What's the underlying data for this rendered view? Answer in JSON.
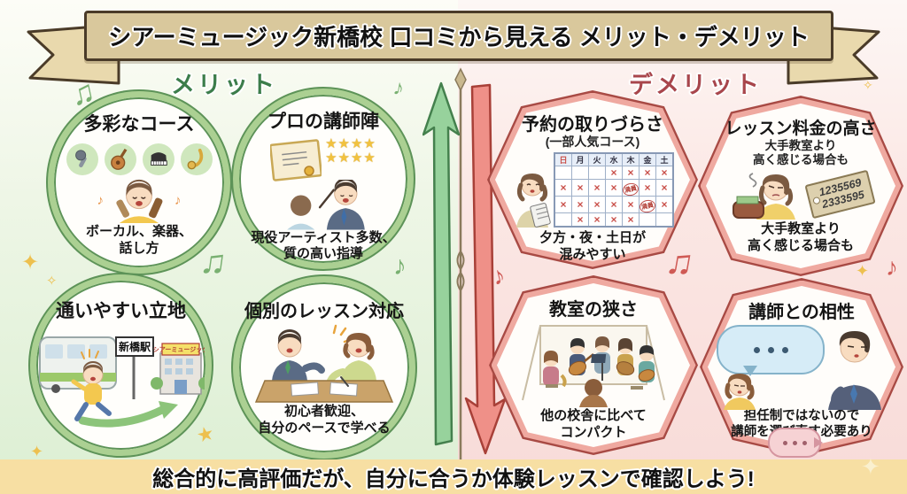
{
  "banner": {
    "title": "シアーミュージック新橋校 口コミから見える メリット・デメリット"
  },
  "footer": {
    "text": "総合的に高評価だが、自分に合うか体験レッスンで確認しよう!"
  },
  "merits": {
    "heading": "メリット",
    "items": [
      {
        "title": "多彩なコース",
        "caption1": "ボーカル、楽器、",
        "caption2": "話し方",
        "side_notes": "♪"
      },
      {
        "title": "プロの講師陣",
        "stars_row1": "★★★★",
        "stars_row2": "★★★★",
        "caption1": "現役アーティスト多数、",
        "caption2": "質の高い指導"
      },
      {
        "title": "通いやすい立地",
        "station_sign": "新橋駅",
        "school_sign": "シアーミュージック"
      },
      {
        "title": "個別のレッスン対応",
        "caption1": "初心者歓迎、",
        "caption2": "自分のペースで学べる"
      }
    ]
  },
  "demerits": {
    "heading": "デメリット",
    "items": [
      {
        "title": "予約の取りづらさ",
        "subtitle": "(一部人気コース)",
        "caption1": "夕方・夜・土日が",
        "caption2": "混みやすい",
        "calendar": {
          "day_headers": [
            "日",
            "月",
            "火",
            "水",
            "木",
            "金",
            "土"
          ],
          "rows": [
            [
              "",
              "",
              "",
              "×",
              "×",
              "×",
              "×"
            ],
            [
              "×",
              "×",
              "×",
              "×",
              "満員",
              "×",
              "×"
            ],
            [
              "×",
              "×",
              "×",
              "×",
              "×",
              "満員",
              "×"
            ],
            [
              "",
              "×",
              "×",
              "×",
              "×",
              "",
              ""
            ]
          ]
        }
      },
      {
        "title": "レッスン料金の高さ",
        "subtitle1": "大手教室より",
        "subtitle2": "高く感じる場合も",
        "tag_line1": "1235569",
        "tag_line2": "2333595",
        "caption1": "大手教室より",
        "caption2": "高く感じる場合も"
      },
      {
        "title": "教室の狭さ",
        "caption1": "他の校舎に比べて",
        "caption2": "コンパクト"
      },
      {
        "title": "講師との相性",
        "caption1": "担任制ではないので",
        "caption2": "講師を選び直す必要あり"
      }
    ]
  },
  "decor": {
    "note_single": "♪",
    "note_double": "♫",
    "sparkle": "✦",
    "sparkle_small": "✧",
    "star": "★"
  },
  "colors": {
    "ribbon_bg": "#d9c89c",
    "ribbon_border": "#4a3b28",
    "merit_bg": "#dcefd3",
    "merit_green": "#3c7d4b",
    "circle_ring": "#abd092",
    "circle_ring_edge": "#5d9358",
    "demerit_bg": "#f8dbd8",
    "demerit_red": "#a8464c",
    "hex_ring": "#efa9a0",
    "hex_ring_edge": "#a84a44",
    "footer_bg": "#f7dfa3",
    "arrow_up_green": "#97d29c",
    "arrow_down_red": "#ef9088",
    "sparkle_gold": "#edc04f"
  }
}
